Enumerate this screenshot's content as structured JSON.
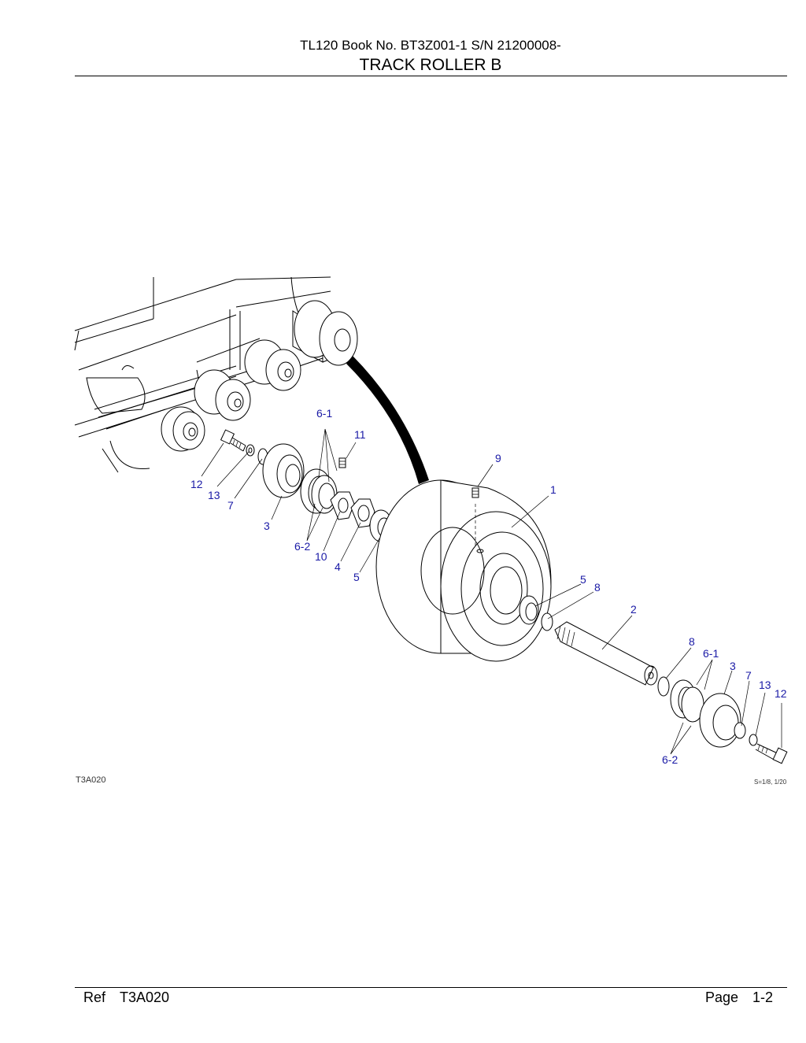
{
  "header": {
    "model_line": "TL120  Book No. BT3Z001-1 S/N 21200008-",
    "title": "TRACK ROLLER B"
  },
  "figure": {
    "code": "T3A020",
    "scale": "S=1/8, 1/20",
    "callouts": [
      "6-1",
      "11",
      "9",
      "1",
      "12",
      "13",
      "7",
      "3",
      "6-2",
      "10",
      "4",
      "5",
      "5",
      "8",
      "2",
      "8",
      "6-1",
      "3",
      "7",
      "13",
      "12",
      "6-2"
    ]
  },
  "footer": {
    "ref_label": "Ref",
    "ref_value": "T3A020",
    "page_label": "Page",
    "page_value": "1-2"
  },
  "colors": {
    "callout": "#1a1aa6"
  }
}
